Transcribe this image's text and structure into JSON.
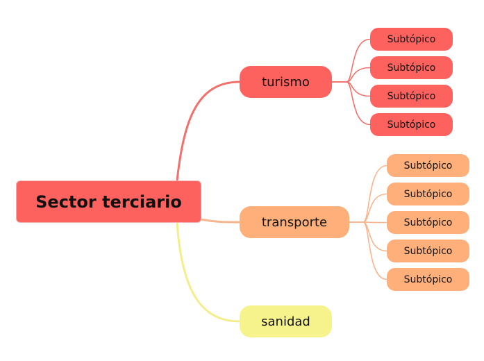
{
  "root": {
    "label": "Sector terciario",
    "color": "#fd625e"
  },
  "branches": [
    {
      "id": "turismo",
      "label": "turismo",
      "color": "#fd625e",
      "line_color": "#f0706c",
      "children": [
        "Subtópico",
        "Subtópico",
        "Subtópico",
        "Subtópico"
      ]
    },
    {
      "id": "transporte",
      "label": "transporte",
      "color": "#ffb07a",
      "line_color": "#f7b58e",
      "children": [
        "Subtópico",
        "Subtópico",
        "Subtópico",
        "Subtópico",
        "Subtópico"
      ]
    },
    {
      "id": "sanidad",
      "label": "sanidad",
      "color": "#f6f28c",
      "line_color": "#f4ee8a",
      "children": []
    }
  ]
}
